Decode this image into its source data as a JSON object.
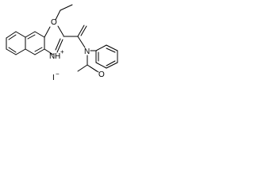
{
  "molecule": {
    "atom_labels": {
      "ring_oxygen": "O",
      "nitrogen_cation": "N",
      "nitrogen_h": "H",
      "charge_plus": "+",
      "amide_nitrogen": "N",
      "carbonyl_oxygen": "O",
      "iodide": "I",
      "iodide_charge": "−"
    }
  }
}
